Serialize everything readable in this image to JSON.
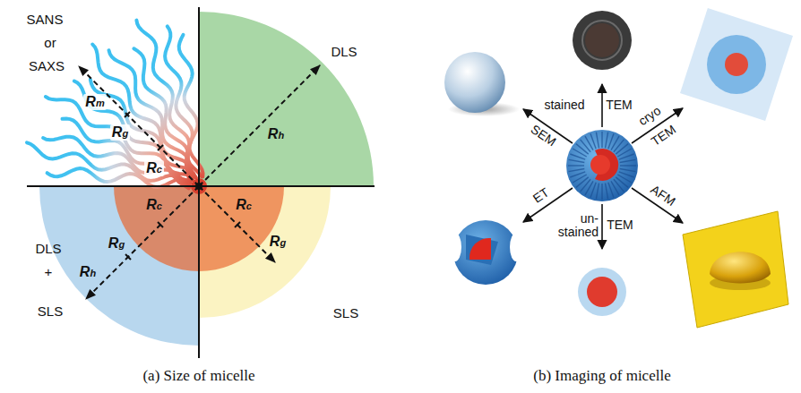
{
  "diagram": {
    "labels": [
      "SANS",
      "or",
      "SAXS",
      "Rm",
      "Rg",
      "Rc",
      "Rh",
      "DLS",
      "DLS",
      "+",
      "SLS",
      "Rc",
      "Rg",
      "Rh",
      "Rc",
      "Rg",
      "SLS",
      "stained",
      "TEM",
      "cryo",
      "TEM",
      "AFM",
      "un- stained",
      "TEM",
      "ET",
      "SEM",
      "(a) Size of micelle",
      "(b) Imaging of micelle"
    ]
  }
}
